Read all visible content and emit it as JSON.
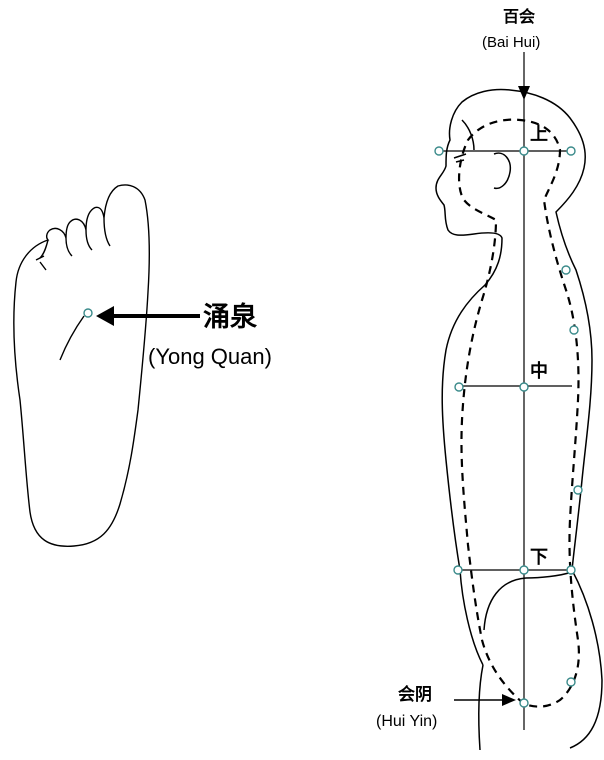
{
  "foot": {
    "point_cn": "涌泉",
    "point_en": "(Yong Quan)"
  },
  "body": {
    "top_point_cn": "百会",
    "top_point_en": "(Bai Hui)",
    "bottom_point_cn": "会阴",
    "bottom_point_en": "(Hui Yin)",
    "upper_label": "上",
    "middle_label": "中",
    "lower_label": "下"
  },
  "colors": {
    "line": "#000000",
    "point_fill": "#ffffff",
    "point_stroke": "#3a8a8a"
  }
}
